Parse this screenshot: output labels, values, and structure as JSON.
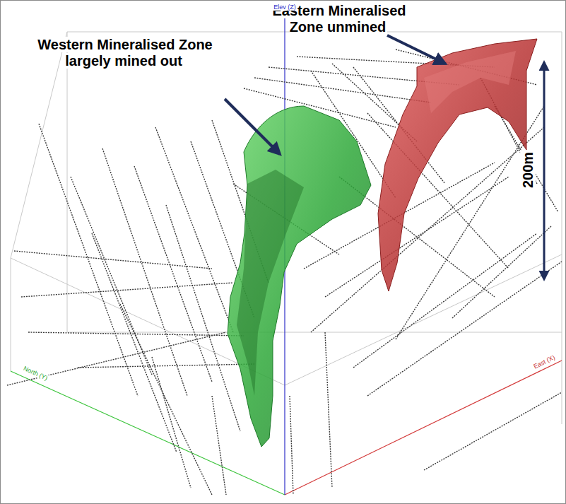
{
  "diagram": {
    "labels": [
      "Western Mineralised Zone largely mined out",
      "Eastern Mineralised Zone unmined",
      "200m",
      "North (Y)",
      "East (X)",
      "Elev (Z)"
    ]
  }
}
